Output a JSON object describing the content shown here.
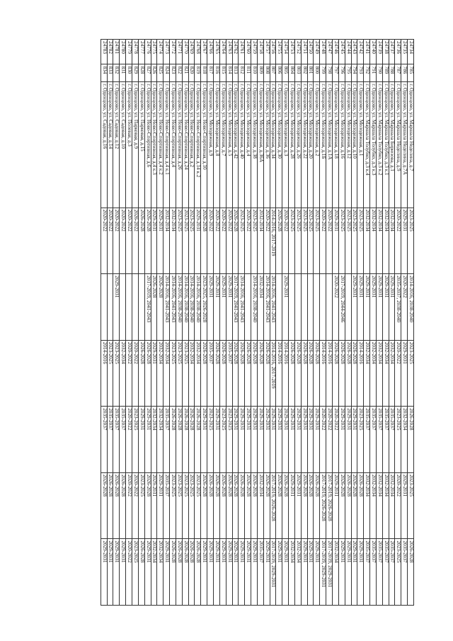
{
  "table": {
    "rows": [
      [
        "24734",
        "785",
        "г. Одинцово, ул. Маршала Неделина, д.7",
        "2023-2025",
        "2014-2016, 2038-2040",
        "2023-2025",
        "2026-2028",
        "2023-2025",
        "2026-2028"
      ],
      [
        "24735",
        "786",
        "г. Одинцово, ул. Маршала Неделина, д.7А",
        "2029-2031",
        "2020-2022",
        "2029-2031",
        "2032-2034",
        "2029-2031",
        "2035-2037"
      ],
      [
        "24736",
        "787",
        "г. Одинцово, ул. Маршала Неделина, д.9",
        "2020-2022",
        "2035-2037, 2038-2040",
        "2020-2022",
        "2023-2025",
        "2020-2022",
        "2023-2025"
      ],
      [
        "24737",
        "788",
        "г. Одинцово, ул. Маршала Бирюзова, д.1",
        "2032-2034",
        "2029-2031",
        "2032-2034",
        "2035-2037",
        "2032-2034",
        "2035-2037"
      ],
      [
        "24738",
        "789",
        "г. Одинцово, ул. Маршала Толубко, д.3 к.1",
        "2032-2034",
        "2029-2031",
        "2032-2034",
        "2035-2037",
        "2032-2034",
        "2035-2037"
      ],
      [
        "24739",
        "790",
        "г. Одинцово, ул. Маршала Толубко, д.3 к.2",
        "2032-2034",
        "2029-2031",
        "2032-2034",
        "2035-2037",
        "2032-2034",
        "2035-2037"
      ],
      [
        "24740",
        "791",
        "г. Одинцово, ул. Маршала Толубко, д.3 к.3",
        "2032-2034",
        "2029-2031",
        "2032-2034",
        "2035-2037",
        "2032-2034",
        "2035-2037"
      ],
      [
        "24741",
        "792",
        "г. Одинцово, ул. Маршала Толубко, д.3 к.4",
        "2032-2034",
        "2029-2031",
        "2032-2034",
        "2035-2037",
        "2032-2034",
        "2035-2037"
      ],
      [
        "24742",
        "793",
        "г. Одинцово, ул. Молодежная, д.1",
        "2023-2025",
        "2029-2031",
        "2014-2016",
        "2023-2025",
        "2026-2028",
        "2029-2031"
      ],
      [
        "24743",
        "794",
        "г. Одинцово, ул. Молодежная, д.10",
        "2023-2025",
        "2029-2031",
        "2026-2028",
        "2029-2031",
        "2026-2028",
        "2029-2031"
      ],
      [
        "24744",
        "795",
        "г. Одинцово, ул. Молодежная, д.12",
        "2023-2025",
        "",
        "2026-2028",
        "2029-2031",
        "2026-2028",
        "2029-2031"
      ],
      [
        "24745",
        "796",
        "г. Одинцово, ул. Молодежная, д.16",
        "2023-2025",
        "2017-2019, 2044-2046",
        "2026-2028",
        "2029-2031",
        "2026-2028",
        "2029-2031"
      ],
      [
        "24746",
        "797",
        "г. Одинцово, ул. Молодежная, д.18",
        "2029-2031",
        "2020-2022",
        "2026-2028",
        "2020-2022",
        "2029-2031",
        "2032-2034"
      ],
      [
        "24747",
        "798",
        "г. Одинцово, ул. Молодежная, д.1А",
        "2020-2022",
        "",
        "2014-2016",
        "2020-2022",
        "2017-2019, 2026-2028",
        "2017-2019, 2029-2031"
      ],
      [
        "24748",
        "799",
        "г. Одинцово, ул. Молодежная, д.1Б",
        "2020-2022",
        "",
        "2014-2016",
        "2020-2022",
        "2017-2019, 2026-2028",
        "2017-2019, 2029-2031"
      ],
      [
        "24749",
        "800",
        "г. Одинцово, ул. Молодежная, д.2",
        "2023-2025",
        "",
        "2026-2028",
        "2029-2031",
        "2026-2028",
        "2029-2031"
      ],
      [
        "24750",
        "801",
        "г. Одинцово, ул. Молодежная, д.20",
        "2023-2025",
        "",
        "2026-2028",
        "2029-2031",
        "2026-2028",
        "2029-2031"
      ],
      [
        "24751",
        "802",
        "г. Одинцово, ул. Молодежная, д.22",
        "2023-2025",
        "",
        "2026-2028",
        "2029-2031",
        "2026-2028",
        "2029-2031"
      ],
      [
        "24752",
        "803",
        "г. Одинцово, ул. Молодежная, д.26",
        "2023-2025",
        "",
        "2026-2028",
        "2029-2031",
        "2029-2031",
        "2032-2034"
      ],
      [
        "24753",
        "804",
        "г. Одинцово, ул. Молодежная, д.28",
        "2023-2025",
        "",
        "2026-2028",
        "2029-2031",
        "2029-2031",
        "2032-2034"
      ],
      [
        "24754",
        "805",
        "г. Одинцово, ул. Молодежная, д.3",
        "2020-2022",
        "2029-2031",
        "2014-2016",
        "2029-2031",
        "2026-2028",
        "2029-2031"
      ],
      [
        "24755",
        "806",
        "г. Одинцово, ул. Молодежная, д.30",
        "2026-2028",
        "",
        "2014-2016",
        "2029-2031",
        "2026-2028",
        "2029-2031"
      ],
      [
        "24756",
        "807",
        "г. Одинцово, ул. Молодежная, д.34",
        "2014-2016, 2017-2019",
        "2014-2016, 2041-2043",
        "2014-2016, 2017-2019",
        "2029-2031",
        "2017-2019, 2026-2028",
        "2017-2019, 2029-2031"
      ],
      [
        "24757",
        "808",
        "г. Одинцово, ул. Молодежная, д.36",
        "2020-2022",
        "2014-2016, 2041-2043",
        "2026-2028",
        "2029-2031",
        "2026-2028",
        "2029-2031"
      ],
      [
        "24758",
        "809",
        "г. Одинцово, ул. Молодежная, д.36А",
        "2032-2034",
        "2032-2034",
        "2026-2028",
        "2029-2031",
        "2032-2034",
        "2035-2037"
      ],
      [
        "24759",
        "810",
        "г. Одинцово, ул. Молодежная, д.38",
        "2023-2025",
        "2014-2016, 2038-2040",
        "2026-2028",
        "2029-2031",
        "2026-2028",
        "2029-2031"
      ],
      [
        "24760",
        "811",
        "г. Одинцово, ул. Молодежная, д.4",
        "2020-2022",
        "",
        "2026-2028",
        "2029-2031",
        "2026-2028",
        "2029-2031"
      ],
      [
        "24761",
        "812",
        "г. Одинцово, ул. Молодежная, д.40",
        "2023-2025",
        "2014-2016, 2041-2043",
        "2026-2028",
        "2029-2031",
        "2026-2028",
        "2029-2031"
      ],
      [
        "24762",
        "813",
        "г. Одинцово, ул. Молодежная, д.42",
        "2026-2028",
        "2017-2019, 2041-2043",
        "2026-2028",
        "2029-2031",
        "2026-2028",
        "2029-2031"
      ],
      [
        "24763",
        "814",
        "г. Одинцово, ул. Молодежная, д.5",
        "2020-2022",
        "2029-2031",
        "2035-2037",
        "2023-2025",
        "2026-2028",
        "2029-2031"
      ],
      [
        "24764",
        "815",
        "г. Одинцово, ул. Молодежная, д.7",
        "2020-2022",
        "2029-2031",
        "2026-2028",
        "2023-2025",
        "2026-2028",
        "2029-2031"
      ],
      [
        "24765",
        "816",
        "г. Одинцово, ул. Молодежная, д.8",
        "2020-2022",
        "2029-2031",
        "2026-2028",
        "2029-2031",
        "2026-2028",
        "2029-2031"
      ],
      [
        "24766",
        "817",
        "г. Одинцово, ул. Молодежная, д.9",
        "2020-2022",
        "2029-2031",
        "2035-2037",
        "2023-2025",
        "2026-2028",
        "2029-2031"
      ],
      [
        "24767",
        "818",
        "г. Одинцово, ул. Ново-Спортивная, д.10",
        "2026-2028",
        "2023-2025, 2026-2028",
        "2026-2028",
        "2029-2031",
        "2026-2028",
        "2029-2031"
      ],
      [
        "24768",
        "819",
        "г. Одинцово, ул. Ново-Спортивная, д.14 к.2",
        "2029-2031",
        "2014-2016, 2038-2040",
        "2032-2034",
        "2026-2028",
        "2023-2025",
        "2026-2028"
      ],
      [
        "24769",
        "820",
        "г. Одинцово, ул. Ново-Спортивная, д.2",
        "2023-2025",
        "2014-2016, 2038-2040",
        "2032-2034",
        "2026-2028",
        "2023-2025",
        "2026-2028"
      ],
      [
        "24770",
        "821",
        "г. Одинцово, ул. Ново-Спортивная, д.24",
        "2023-2025",
        "2014-2016, 2038-2040",
        "2023-2025",
        "2026-2028",
        "2023-2025",
        "2026-2028"
      ],
      [
        "24771",
        "822",
        "г. Одинцово, ул. Ново-Спортивная, д.26",
        "2023-2025",
        "2014-2016, 2038-2040",
        "2023-2025",
        "2026-2028",
        "2023-2025",
        "2026-2028"
      ],
      [
        "24772",
        "823",
        "г. Одинцово, ул. Ново-Спортивная, д.4",
        "2032-2034",
        "2014-2016, 2041-2043",
        "2023-2025",
        "2026-2028",
        "2023-2025",
        "2026-2028"
      ],
      [
        "24773",
        "824",
        "г. Одинцово, ул. Ново-Спортивная, д.4 к.1",
        "2032-2034",
        "2014-2016, 2041-2043",
        "2032-2034",
        "2035-2037",
        "2035-2037",
        "2029-2031"
      ],
      [
        "24774",
        "825",
        "г. Одинцово, ул. Ново-Спортивная, д.4 к.2",
        "2029-2031",
        "2026-2028",
        "2032-2034",
        "2032-2034",
        "2029-2031",
        "2032-2034"
      ],
      [
        "24775",
        "826",
        "г. Одинцово, ул. Ново-Спортивная, д.4 к.3",
        "2029-2031",
        "2026-2028",
        "2029-2031",
        "2032-2034",
        "2029-2031",
        "2032-2034"
      ],
      [
        "24776",
        "827",
        "г. Одинцово, ул. Ново-Спортивная, д.6",
        "2026-2028",
        "2017-2019, 2041-2043",
        "2026-2028",
        "2029-2031",
        "2026-2028",
        "2029-2031"
      ],
      [
        "24777",
        "828",
        "г. Одинцово, ул. Парковая, д.15",
        "2026-2028",
        "",
        "2026-2028",
        "2029-2031",
        "2023-2025",
        "2026-2028"
      ],
      [
        "24778",
        "829",
        "г. Одинцово, ул. Парковая, д.9",
        "2026-2022",
        "",
        "2020-2022",
        "2023-2025",
        "2020-2022",
        "2023-2025"
      ],
      [
        "24779",
        "830",
        "г. Одинцово, ул. Полевая, д.3",
        "2020-2022",
        "",
        "2020-2022",
        "2020-2022",
        "2020-2022",
        "2020-2022"
      ],
      [
        "24780",
        "831",
        "г. Одинцово, ул. Садовая, д.10",
        "2020-2022",
        "",
        "2032-2034",
        "2035-2037",
        "2026-2028",
        "2029-2031"
      ],
      [
        "24781",
        "832",
        "г. Одинцово, ул. Садовая, д.12",
        "2020-2022",
        "2029-2031",
        "2023-2025",
        "2035-2037",
        "2026-2028",
        "2029-2031"
      ],
      [
        "24782",
        "833",
        "г. Одинцово, ул. Садовая, д.14",
        "2020-2022",
        "",
        "2023-2025",
        "2035-2037",
        "2026-2028",
        "2029-2031"
      ],
      [
        "24783",
        "834",
        "г. Одинцово, ул. Садовая, д.16",
        "2020-2022",
        "",
        "2014-2016",
        "2035-2037",
        "2026-2028",
        "2029-2031"
      ]
    ]
  }
}
